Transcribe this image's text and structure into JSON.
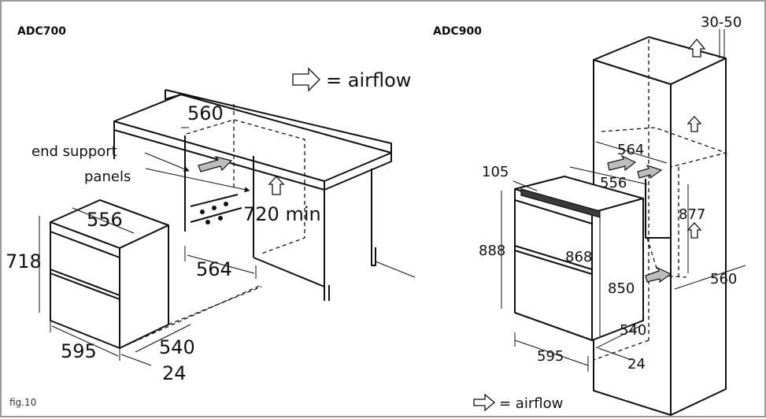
{
  "adc700": {
    "model": "ADC700",
    "airflow_legend": "= airflow",
    "labels": {
      "end_support": "end support",
      "panels": "panels"
    },
    "dims": {
      "top_width": "560",
      "bottom_width": "564",
      "min_height": "720 min",
      "oven_top_width": "556",
      "oven_height": "718",
      "oven_width": "595",
      "oven_depth": "540",
      "front_depth": "24"
    },
    "icons": [
      "airflow-arrow-icon"
    ]
  },
  "adc900": {
    "model": "ADC900",
    "airflow_legend": "= airflow",
    "dims": {
      "top_gap": "30-50",
      "cabinet_width": "564",
      "front_offset": "105",
      "upper_depth": "556",
      "opening_height": "877",
      "oven_height": "888",
      "cutout_height": "868",
      "inner_height": "850",
      "depth": "560",
      "oven_depth": "540",
      "oven_width": "595",
      "front_depth": "24"
    },
    "icons": [
      "airflow-arrow-icon"
    ]
  },
  "figure_label": "fig.10"
}
